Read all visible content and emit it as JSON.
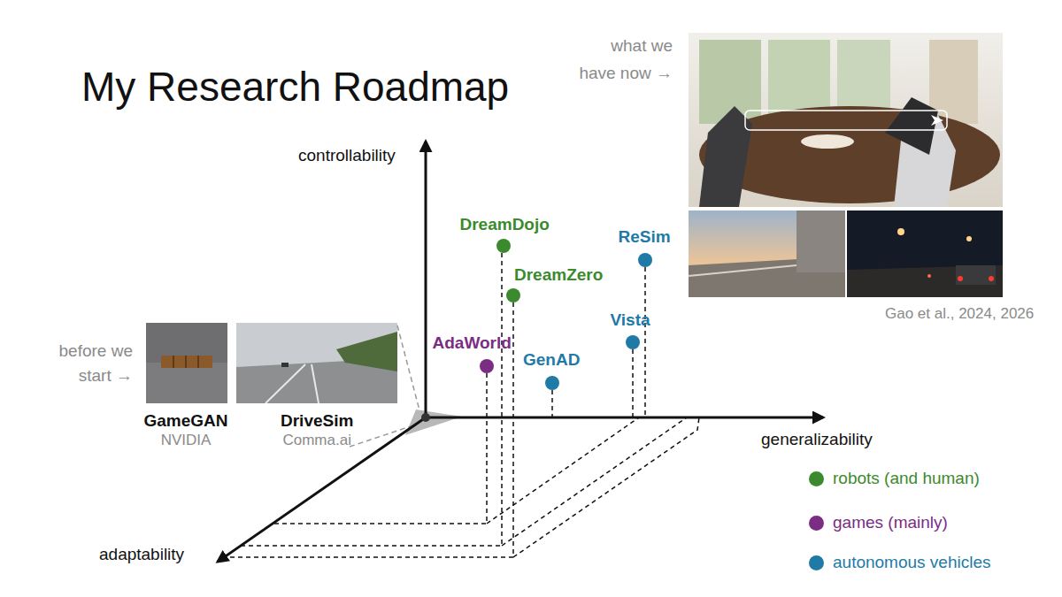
{
  "diagram": {
    "title": "My Research Roadmap",
    "nodes": [
      {
        "text": [
          "GameGAN",
          "NVIDIA"
        ]
      },
      {
        "text": [
          "DriveSim",
          "Comma.ai"
        ]
      },
      {
        "text": [
          "DreamDojo"
        ]
      },
      {
        "text": [
          "ReSim"
        ]
      },
      {
        "text": [
          "DreamZero"
        ]
      },
      {
        "text": [
          "Vista"
        ]
      },
      {
        "text": [
          "AdaWorld"
        ]
      },
      {
        "text": [
          "GenAD"
        ]
      }
    ],
    "labels": [
      "what we have now →",
      "controllability",
      "before we start →",
      "generalizability",
      "adaptability",
      "Gao et al., 2024, 2026"
    ],
    "legend": [
      {
        "text": "robots (and human)",
        "color": "#3b8a2e"
      },
      {
        "text": "games (mainly)",
        "color": "#7b2d83"
      },
      {
        "text": "autonomous vehicles",
        "color": "#1f7aa6"
      }
    ]
  }
}
